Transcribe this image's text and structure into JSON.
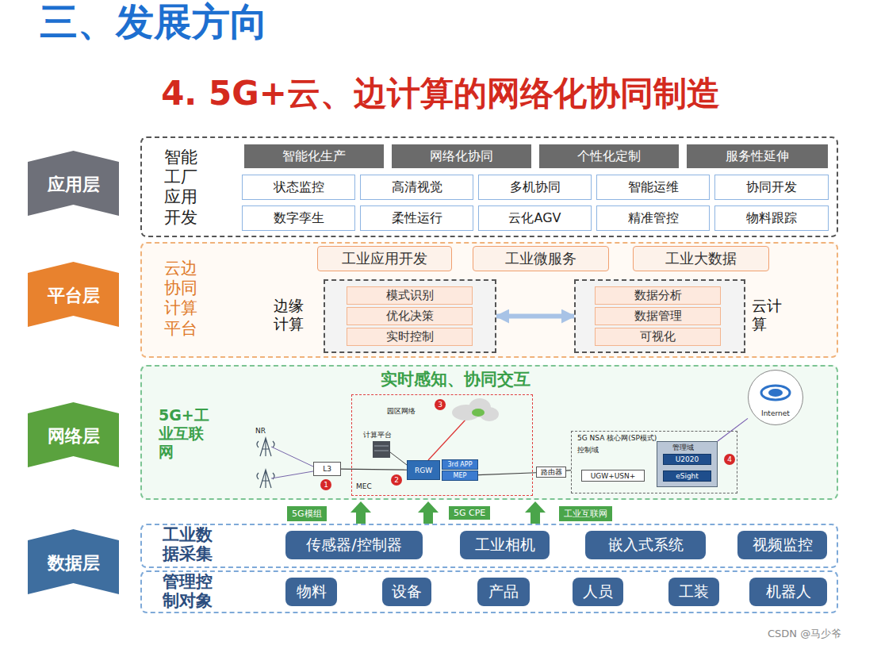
{
  "diagram": {
    "title": "三、发展方向",
    "nodes": [
      {
        "text": [
          "应用层"
        ]
      },
      {
        "text": [
          "智能工厂应用开发"
        ]
      },
      {
        "text": [
          "智能化生产"
        ],
        "in": 1
      },
      {
        "text": [
          "网络化协同"
        ],
        "in": 1
      },
      {
        "text": [
          "个性化定制"
        ],
        "in": 1
      },
      {
        "text": [
          "服务性延伸"
        ],
        "in": 1
      },
      {
        "text": [
          "状态监控"
        ],
        "in": 1
      },
      {
        "text": [
          "高清视觉"
        ],
        "in": 1
      },
      {
        "text": [
          "多机协同"
        ],
        "in": 1
      },
      {
        "text": [
          "智能运维"
        ],
        "in": 1
      },
      {
        "text": [
          "协同开发"
        ],
        "in": 1
      },
      {
        "text": [
          "数字孪生"
        ],
        "in": 1
      },
      {
        "text": [
          "柔性运行"
        ],
        "in": 1
      },
      {
        "text": [
          "云化AGV"
        ],
        "in": 1
      },
      {
        "text": [
          "精准管控"
        ],
        "in": 1
      },
      {
        "text": [
          "物料跟踪"
        ],
        "in": 1
      },
      {
        "text": [
          "平台层"
        ]
      },
      {
        "text": [
          "云边协同计算平台"
        ]
      },
      {
        "text": [
          "工业应用开发"
        ],
        "in": 17
      },
      {
        "text": [
          "工业微服务"
        ],
        "in": 17
      },
      {
        "text": [
          "工业大数据"
        ],
        "in": 17
      },
      {
        "text": [
          "边缘计算"
        ],
        "in": 17
      },
      {
        "text": [
          "模式识别"
        ],
        "in": 21
      },
      {
        "text": [
          "优化决策"
        ],
        "in": 21
      },
      {
        "text": [
          "实时控制"
        ],
        "in": 21
      },
      {
        "text": [
          "云计算"
        ],
        "in": 17
      },
      {
        "text": [
          "数据分析"
        ],
        "in": 25
      },
      {
        "text": [
          "数据管理"
        ],
        "in": 25
      },
      {
        "text": [
          "可视化"
        ],
        "in": 25
      },
      {
        "text": [
          "网络层"
        ]
      },
      {
        "text": [
          "5G+工业互联网",
          "实时感知、协同交互"
        ]
      },
      {
        "text": [
          "L3"
        ],
        "in": 30
      },
      {
        "text": [
          "MEC"
        ],
        "in": 30
      },
      {
        "text": [
          "RGW"
        ],
        "in": 32
      },
      {
        "text": [
          "3rd APP"
        ],
        "in": 32
      },
      {
        "text": [
          "MEP"
        ],
        "in": 32
      },
      {
        "text": [
          "路由器"
        ],
        "in": 30
      },
      {
        "text": [
          "5G NSA 核心网(SP模式)",
          "控制域"
        ],
        "in": 30
      },
      {
        "text": [
          "UGW+USN+"
        ],
        "in": 37
      },
      {
        "text": [
          "管理域"
        ],
        "in": 37
      },
      {
        "text": [
          "U2020"
        ],
        "in": 39
      },
      {
        "text": [
          "eSight"
        ],
        "in": 39
      },
      {
        "text": [
          "Internet"
        ],
        "in": 30
      },
      {
        "text": [
          "数据层"
        ]
      },
      {
        "text": [
          "工业数据采集"
        ]
      },
      {
        "text": [
          "传感器/控制器"
        ],
        "in": 44
      },
      {
        "text": [
          "工业相机"
        ],
        "in": 44
      },
      {
        "text": [
          "嵌入式系统"
        ],
        "in": 44
      },
      {
        "text": [
          "视频监控"
        ],
        "in": 44
      },
      {
        "text": [
          "管理控制对象"
        ]
      },
      {
        "text": [
          "物料"
        ],
        "in": 49
      },
      {
        "text": [
          "设备"
        ],
        "in": 49
      },
      {
        "text": [
          "产品"
        ],
        "in": 49
      },
      {
        "text": [
          "人员"
        ],
        "in": 49
      },
      {
        "text": [
          "工装"
        ],
        "in": 49
      },
      {
        "text": [
          "机器人"
        ],
        "in": 49
      }
    ],
    "edges": [
      {
        "from": 21,
        "to": 25,
        "arrow": "both"
      },
      {
        "from": 31,
        "to": 33,
        "arrow": "none"
      },
      {
        "from": 35,
        "to": 36,
        "arrow": "none"
      },
      {
        "from": 36,
        "to": 37,
        "arrow": "none"
      },
      {
        "from": 39,
        "to": 42,
        "arrow": "none"
      }
    ],
    "labels": [
      "4. 5G+云、边计算的网络化协同制造",
      "NR",
      "计算平台",
      "园区网络",
      "1",
      "2",
      "3",
      "4",
      "5G模组",
      "5G CPE",
      "工业互联网",
      "CSDN @马少爷"
    ]
  }
}
